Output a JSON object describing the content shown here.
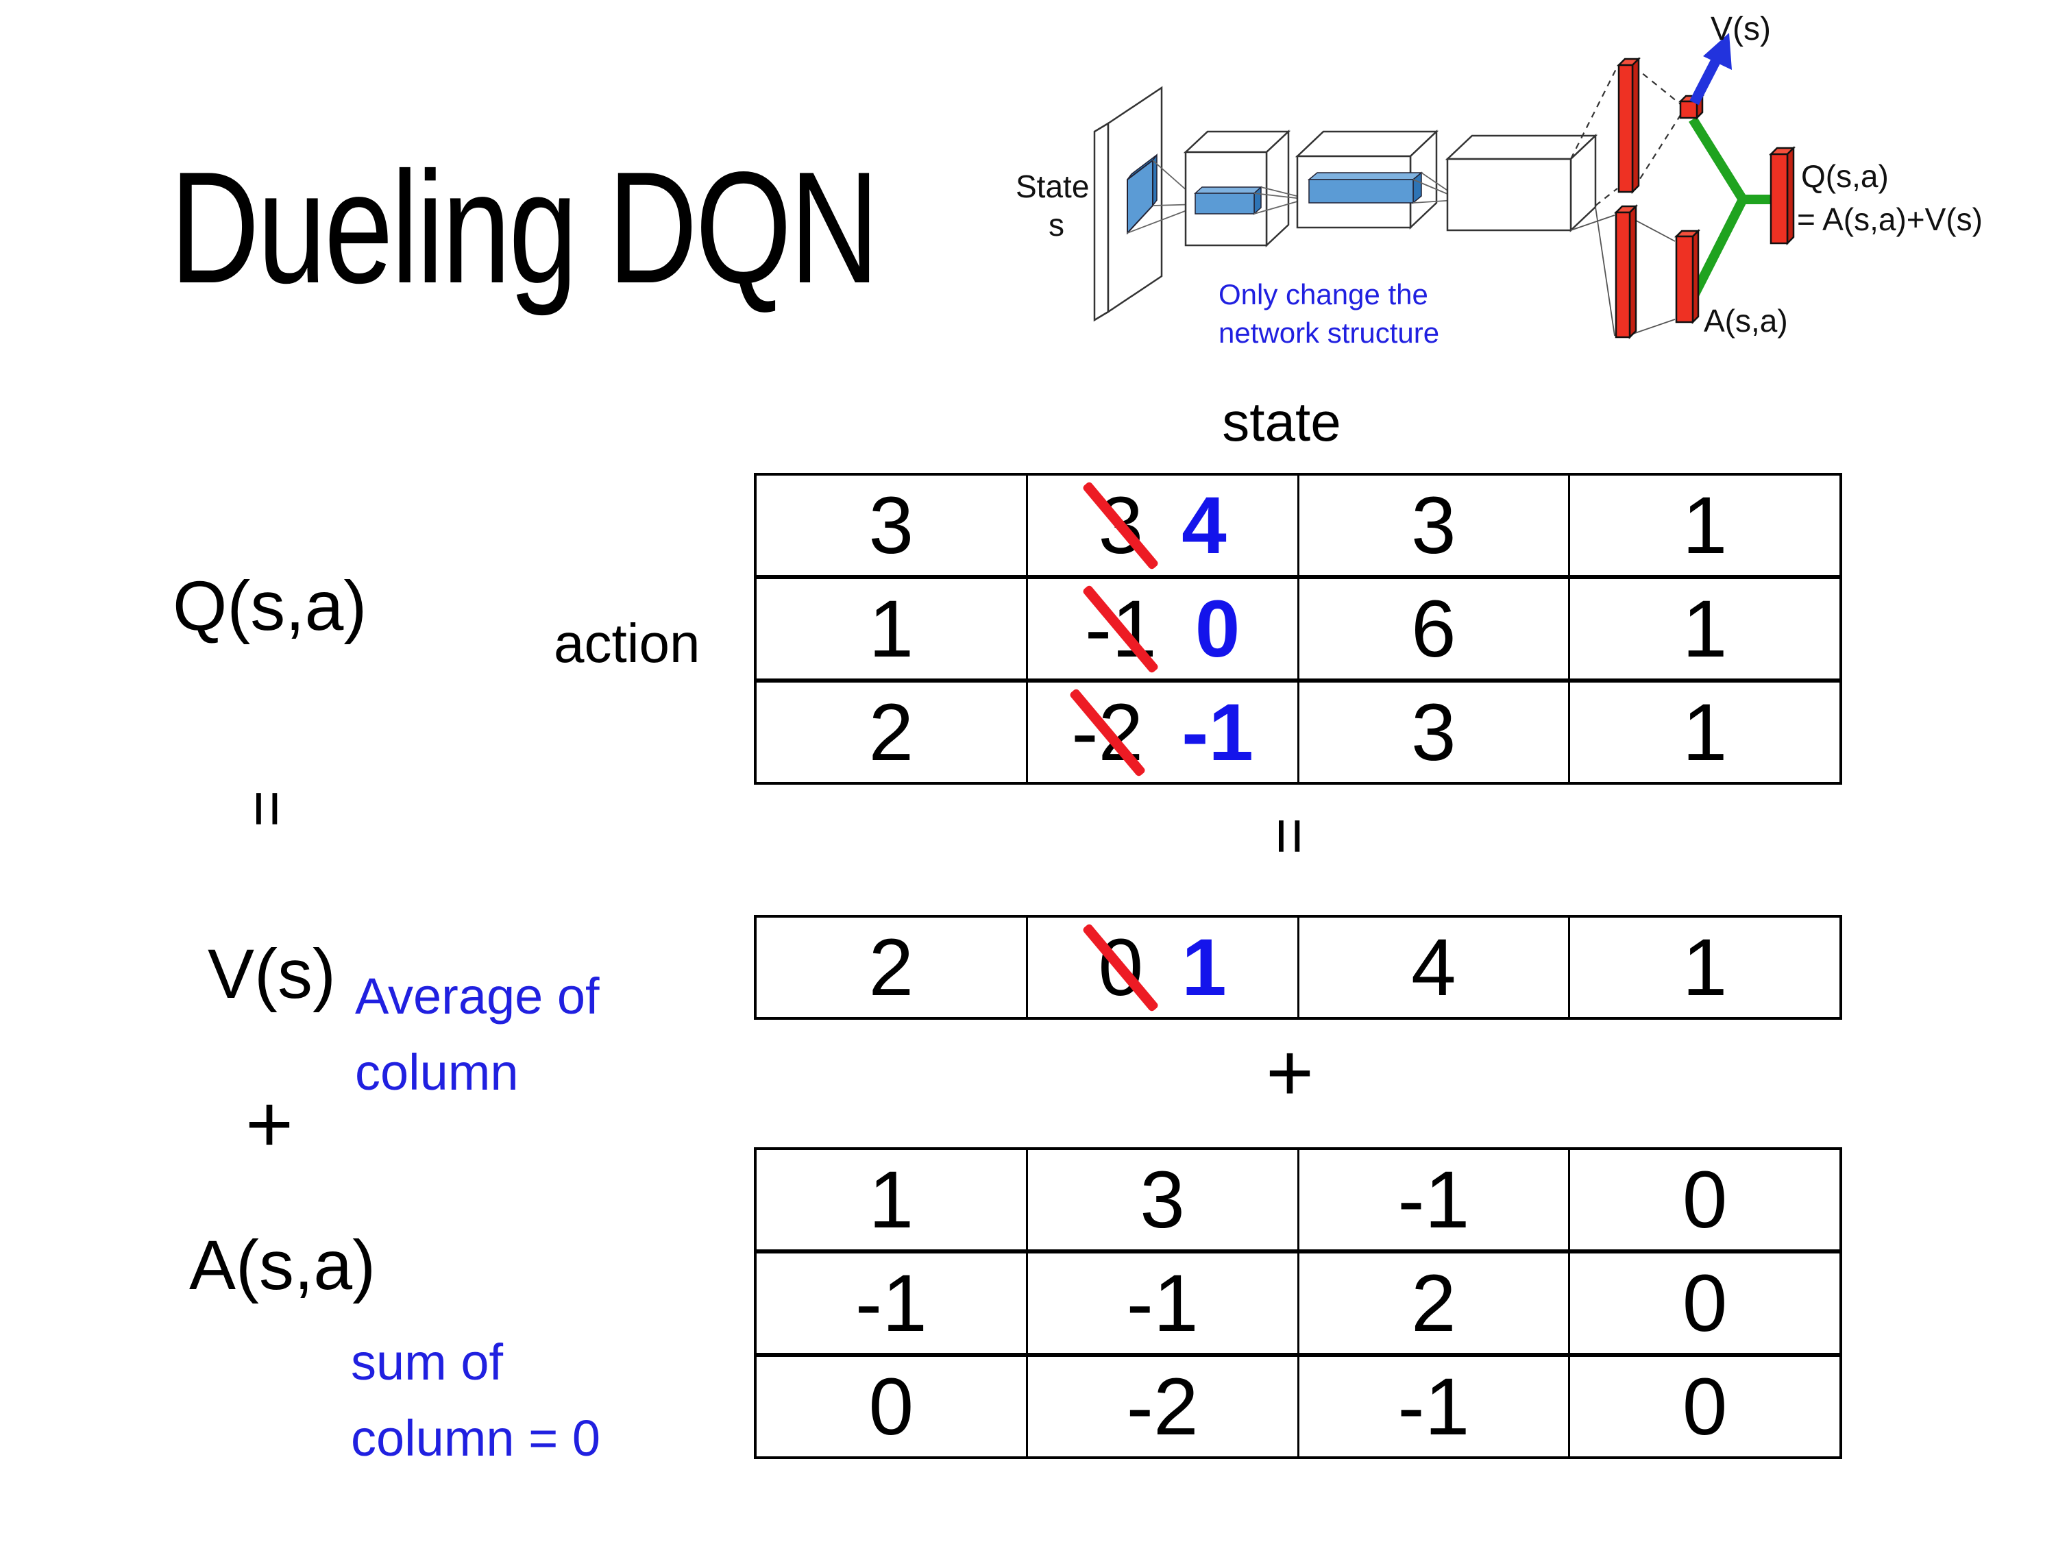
{
  "slide_title": "Dueling DQN",
  "colors": {
    "highlight_blue": "#1414EB",
    "strike_red": "#ED1B24",
    "bar_red": "#EE3123",
    "fork_green": "#1FA31F",
    "arrow_blue": "#2233DD",
    "note_blue": "#2020E0",
    "conv_blue": "#5B9BD5",
    "conv_blue_dark": "#2E74B5"
  },
  "network_diagram": {
    "state_label_line1": "State",
    "state_label_line2": "s",
    "note_line1": "Only change the",
    "note_line2": "network structure",
    "v_output_label": "V(s)",
    "q_output_label_line1": "Q(s,a)",
    "q_output_label_line2": "= A(s,a)+V(s)",
    "a_output_label": "A(s,a)"
  },
  "equation": {
    "q_term": "Q(s,a)",
    "equals_left": "=",
    "v_term": "V(s)",
    "plus_left": "+",
    "a_term": "A(s,a)",
    "equals_center": "=",
    "plus_center": "+",
    "avg_note_line1": "Average of",
    "avg_note_line2": "column",
    "sum_note_line1": "sum of",
    "sum_note_line2": "column = 0"
  },
  "q_table": {
    "state_header": "state",
    "action_header": "action",
    "rows": [
      {
        "cells": [
          "3",
          {
            "old": "3",
            "new": "4"
          },
          "3",
          "1"
        ]
      },
      {
        "cells": [
          "1",
          {
            "old": "-1",
            "new": "0"
          },
          "6",
          "1"
        ]
      },
      {
        "cells": [
          "2",
          {
            "old": "-2",
            "new": "-1"
          },
          "3",
          "1"
        ]
      }
    ]
  },
  "v_table": {
    "cells": [
      "2",
      {
        "old": "0",
        "new": "1"
      },
      "4",
      "1"
    ]
  },
  "a_table": {
    "rows": [
      {
        "cells": [
          "1",
          "3",
          "-1",
          "0"
        ]
      },
      {
        "cells": [
          "-1",
          "-1",
          "2",
          "0"
        ]
      },
      {
        "cells": [
          "0",
          "-2",
          "-1",
          "0"
        ]
      }
    ]
  }
}
